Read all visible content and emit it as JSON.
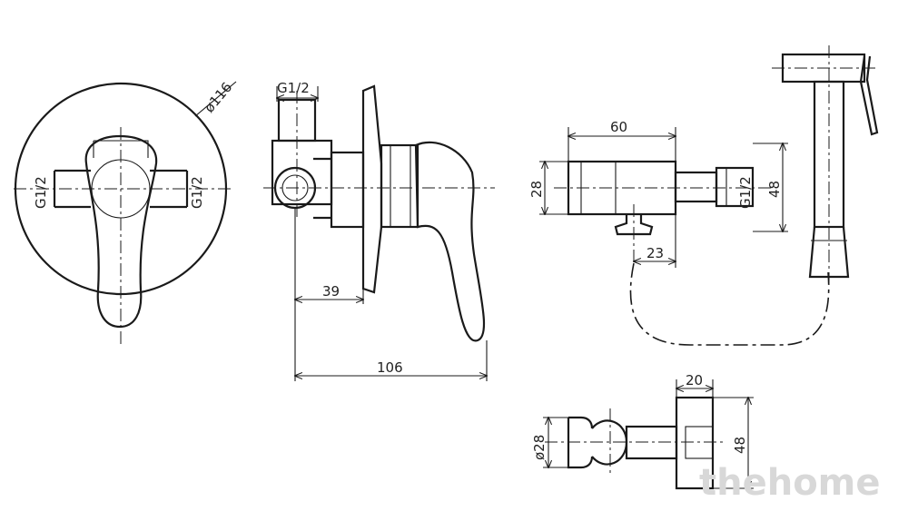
{
  "dimensions": {
    "plate_diameter": "ø116",
    "thread_left": "G1/2",
    "thread_right": "G1/2",
    "thread_top": "G1/2",
    "depth_39": "39",
    "depth_106": "106",
    "holder_width": "60",
    "holder_height": "28",
    "outlet_thread": "G1/2",
    "outlet_height": "48",
    "outlet_offset": "23",
    "bottom_width": "20",
    "bottom_diameter": "ø28",
    "bottom_height": "48"
  },
  "watermark": "thehome"
}
